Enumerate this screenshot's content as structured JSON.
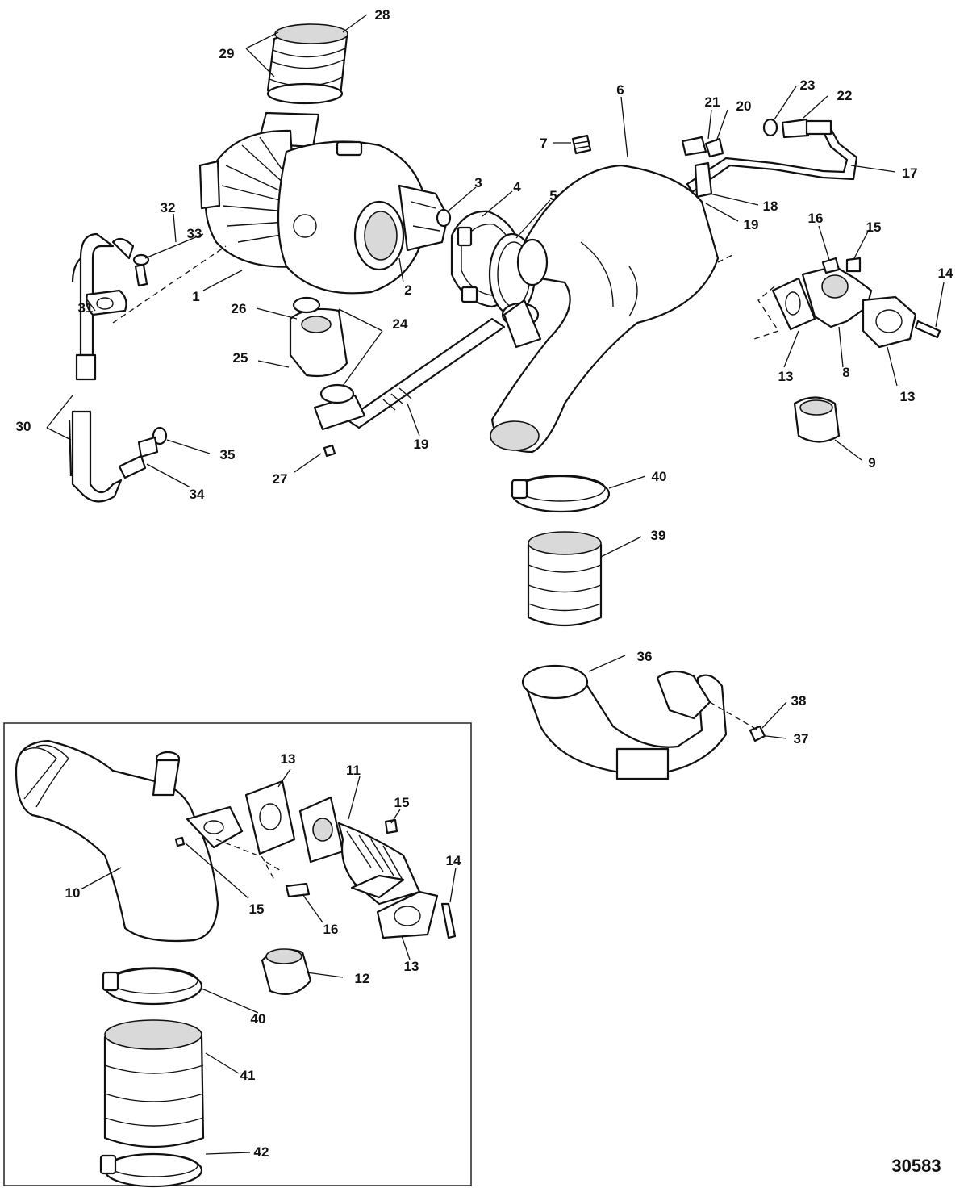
{
  "figure_number": "30583",
  "callouts": {
    "c1": "1",
    "c2": "2",
    "c3": "3",
    "c4": "4",
    "c5": "5",
    "c6": "6",
    "c7": "7",
    "c8": "8",
    "c9": "9",
    "c13a": "13",
    "c13b": "13",
    "c14a": "14",
    "c15a": "15",
    "c16a": "16",
    "c17": "17",
    "c18": "18",
    "c19a": "19",
    "c19b": "19",
    "c20": "20",
    "c21": "21",
    "c22": "22",
    "c23": "23",
    "c24": "24",
    "c25": "25",
    "c26": "26",
    "c27": "27",
    "c28": "28",
    "c29": "29",
    "c30": "30",
    "c31": "31",
    "c32": "32",
    "c33": "33",
    "c34": "34",
    "c35": "35",
    "c36": "36",
    "c37": "37",
    "c38": "38",
    "c39": "39",
    "c40a": "40",
    "c10": "10",
    "c11": "11",
    "c12": "12",
    "c13c": "13",
    "c13d": "13",
    "c14b": "14",
    "c15b": "15",
    "c15c": "15",
    "c16b": "16",
    "c40b": "40",
    "c41": "41",
    "c42": "42"
  }
}
